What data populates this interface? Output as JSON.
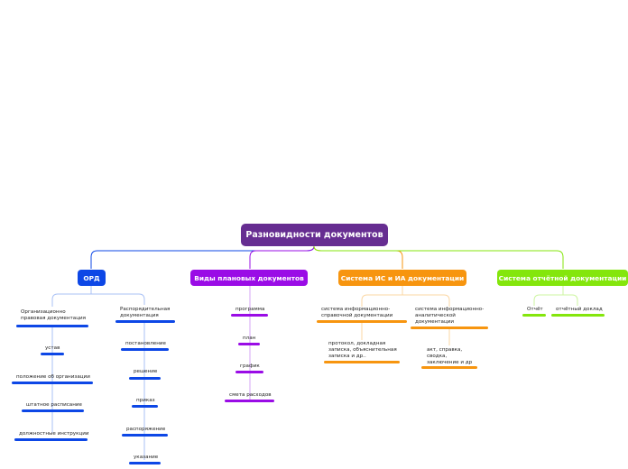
{
  "root": {
    "label": "Разновидности документов",
    "color": "#662d91"
  },
  "branches": [
    {
      "label": "ОРД",
      "color": "#0d47e6",
      "groups": [
        {
          "label": "Организационно\nправовая документация",
          "items": [
            "устав",
            "положение об организации",
            "штатное расписание",
            "должностные инструкции"
          ]
        },
        {
          "label": "Распорядительная\nдокументация",
          "items": [
            "постановление",
            "решение",
            "приказ",
            "распоряжение",
            "указание"
          ]
        }
      ]
    },
    {
      "label": "Виды плановых документов",
      "color": "#9a0ce6",
      "groups": [
        {
          "label": "программа",
          "items": [
            "план",
            "график",
            "смета расходов"
          ]
        }
      ]
    },
    {
      "label": "Система ИС и ИА документации",
      "color": "#f7950f",
      "groups": [
        {
          "label": "система информационно-\nсправочной документации",
          "items": [
            "протокол, докладная\nзаписка, объяснительная\nзаписка и др.."
          ]
        },
        {
          "label": "система информационно-\nаналитической\nдокументации",
          "items": [
            "акт, справка,\nсводка,\nзаключение и др"
          ]
        }
      ]
    },
    {
      "label": "Система отчётной документации",
      "color": "#84e60c",
      "groups": [
        {
          "label": "Отчёт",
          "items": []
        },
        {
          "label": "отчётный доклад",
          "items": []
        }
      ]
    }
  ]
}
